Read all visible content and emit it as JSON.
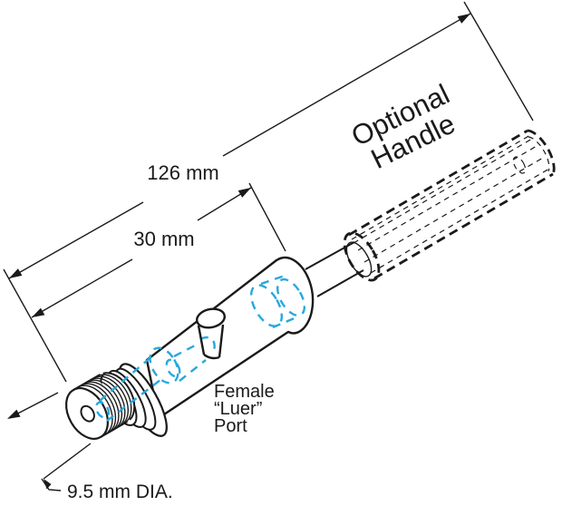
{
  "diagram": {
    "title": "luer-hub-instrument-dimension-drawing",
    "labels": {
      "overall_length": "126 mm",
      "body_length": "30 mm",
      "tip_diameter": "9.5 mm DIA.",
      "handle": {
        "line1": "Optional",
        "line2": "Handle"
      },
      "port": {
        "line1": "Female",
        "line2": "“Luer”",
        "line3": "Port"
      }
    },
    "colors": {
      "outline": "#1a1a1a",
      "hidden_lumen": "#29a8dd",
      "background": "#ffffff"
    }
  }
}
